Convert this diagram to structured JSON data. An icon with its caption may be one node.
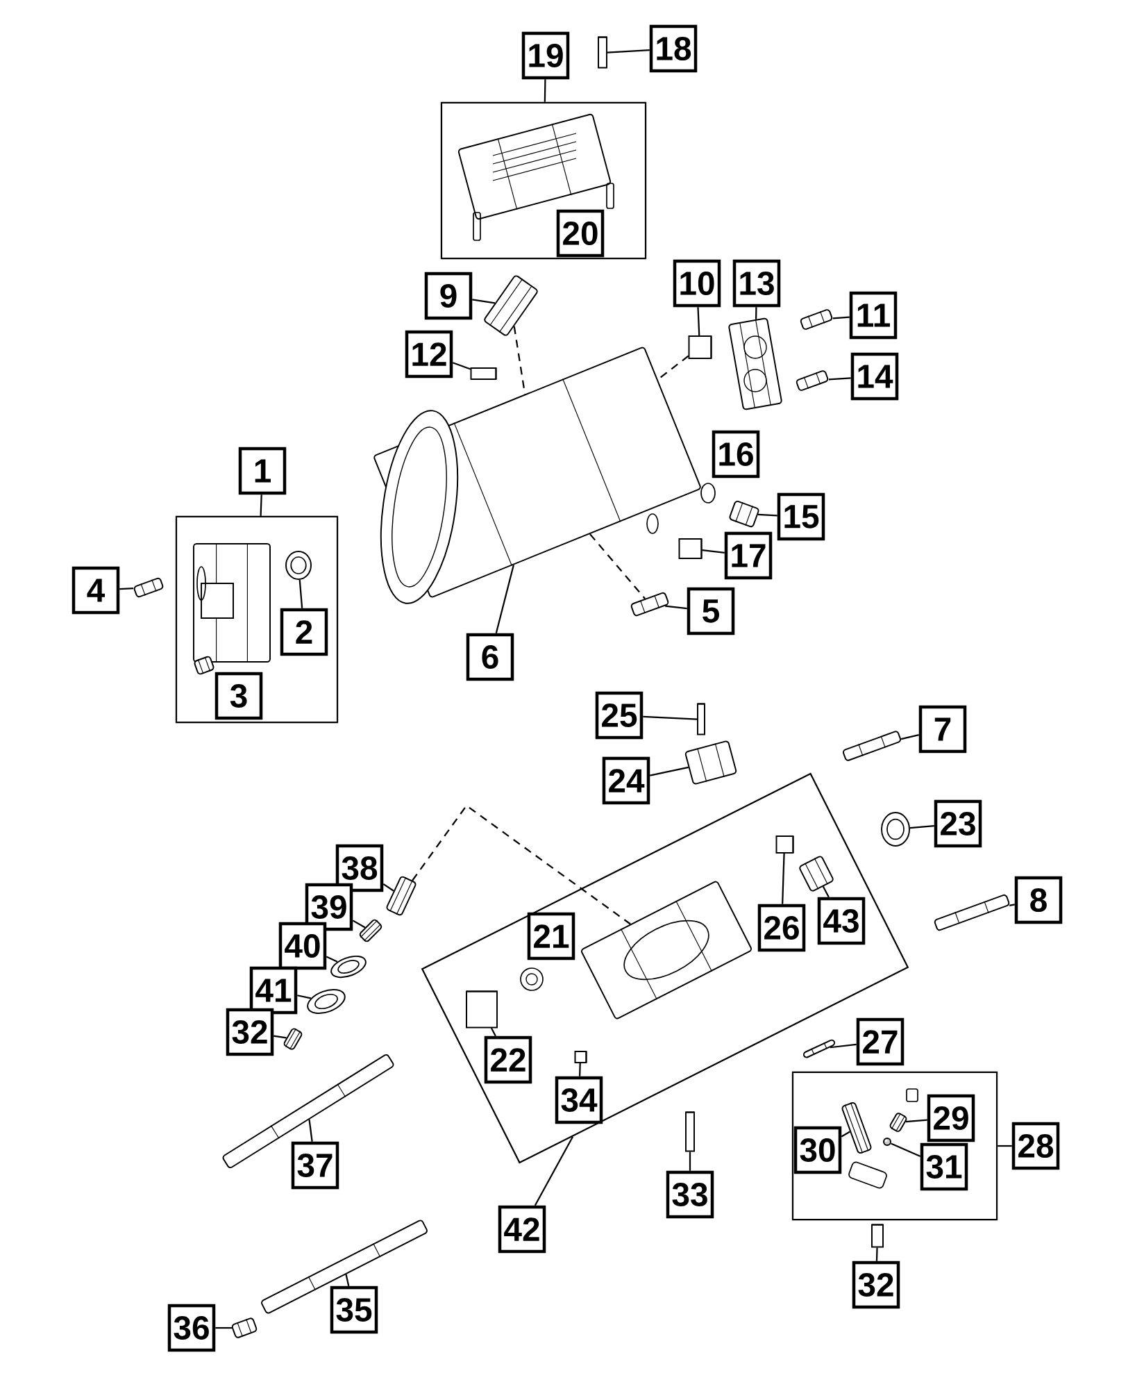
{
  "diagram": {
    "nodes": [
      {
        "text": [
          "19"
        ]
      },
      {
        "text": [
          "18"
        ]
      },
      {
        "text": [],
        "shape": "cylinder"
      },
      {
        "text": [],
        "shape": "box"
      },
      {
        "text": [],
        "shape": "picture",
        "in": 3
      },
      {
        "text": [
          "20"
        ],
        "in": 3
      },
      {
        "text": [
          "9"
        ]
      },
      {
        "text": [],
        "shape": "picture"
      },
      {
        "text": [
          "10"
        ]
      },
      {
        "text": [],
        "shape": "cylinder"
      },
      {
        "text": [
          "13"
        ]
      },
      {
        "text": [],
        "shape": "picture"
      },
      {
        "text": [
          "11"
        ]
      },
      {
        "text": [],
        "shape": "picture"
      },
      {
        "text": [
          "12"
        ]
      },
      {
        "text": [],
        "shape": "cylinder"
      },
      {
        "text": [
          "14"
        ]
      },
      {
        "text": [],
        "shape": "picture"
      },
      {
        "text": [],
        "shape": "picture"
      },
      {
        "text": [
          "16"
        ]
      },
      {
        "text": [
          "15"
        ]
      },
      {
        "text": [],
        "shape": "picture"
      },
      {
        "text": [
          "17"
        ]
      },
      {
        "text": [],
        "shape": "cylinder"
      },
      {
        "text": [
          "1"
        ]
      },
      {
        "text": [],
        "shape": "box"
      },
      {
        "text": [],
        "shape": "picture",
        "in": 25
      },
      {
        "text": [],
        "shape": "picture",
        "in": 25
      },
      {
        "text": [
          "2"
        ],
        "in": 25
      },
      {
        "text": [],
        "shape": "picture",
        "in": 25
      },
      {
        "text": [
          "3"
        ],
        "in": 25
      },
      {
        "text": [
          "4"
        ]
      },
      {
        "text": [],
        "shape": "picture"
      },
      {
        "text": [],
        "shape": "picture"
      },
      {
        "text": [
          "5"
        ]
      },
      {
        "text": [
          "6"
        ]
      },
      {
        "text": [
          "25"
        ]
      },
      {
        "text": [],
        "shape": "cylinder"
      },
      {
        "text": [
          "24"
        ]
      },
      {
        "text": [],
        "shape": "picture"
      },
      {
        "text": [
          "7"
        ]
      },
      {
        "text": [],
        "shape": "picture"
      },
      {
        "text": [
          "23"
        ]
      },
      {
        "text": [],
        "shape": "picture"
      },
      {
        "text": [
          "38"
        ]
      },
      {
        "text": [],
        "shape": "picture"
      },
      {
        "text": [
          "39"
        ]
      },
      {
        "text": [],
        "shape": "picture"
      },
      {
        "text": [
          "40"
        ]
      },
      {
        "text": [],
        "shape": "picture"
      },
      {
        "text": [
          "41"
        ]
      },
      {
        "text": [],
        "shape": "picture"
      },
      {
        "text": [
          "32"
        ]
      },
      {
        "text": [],
        "shape": "picture"
      },
      {
        "text": [],
        "shape": "box"
      },
      {
        "text": [],
        "shape": "picture",
        "in": 54
      },
      {
        "text": [
          "21"
        ],
        "in": 54
      },
      {
        "text": [],
        "shape": "cylinder",
        "in": 54
      },
      {
        "text": [
          "26"
        ],
        "in": 54
      },
      {
        "text": [],
        "shape": "picture",
        "in": 54
      },
      {
        "text": [
          "43"
        ],
        "in": 54
      },
      {
        "text": [],
        "shape": "cylinder",
        "in": 54
      },
      {
        "text": [
          "22"
        ],
        "in": 54
      },
      {
        "text": [],
        "shape": "cylinder",
        "in": 54
      },
      {
        "text": [
          "34"
        ],
        "in": 54
      },
      {
        "text": [
          "8"
        ]
      },
      {
        "text": [],
        "shape": "picture"
      },
      {
        "text": [],
        "shape": "picture"
      },
      {
        "text": [
          "27"
        ]
      },
      {
        "text": [],
        "shape": "box"
      },
      {
        "text": [],
        "shape": "picture",
        "in": 69
      },
      {
        "text": [
          "30"
        ],
        "in": 69
      },
      {
        "text": [],
        "shape": "picture",
        "in": 69
      },
      {
        "text": [
          "29"
        ],
        "in": 69
      },
      {
        "text": [],
        "shape": "picture",
        "in": 69
      },
      {
        "text": [
          "31"
        ],
        "in": 69
      },
      {
        "text": [
          "28"
        ]
      },
      {
        "text": [],
        "shape": "picture"
      },
      {
        "text": [
          "37"
        ]
      },
      {
        "text": [],
        "shape": "cylinder"
      },
      {
        "text": [
          "33"
        ]
      },
      {
        "text": [
          "42"
        ]
      },
      {
        "text": [],
        "shape": "cylinder"
      },
      {
        "text": [
          "32"
        ]
      },
      {
        "text": [],
        "shape": "picture"
      },
      {
        "text": [
          "35"
        ]
      },
      {
        "text": [
          "36"
        ]
      },
      {
        "text": [],
        "shape": "picture"
      }
    ],
    "edges": [
      {
        "from": 0,
        "to": 3,
        "arrow": "none"
      },
      {
        "from": 1,
        "to": 2,
        "arrow": "none"
      },
      {
        "from": 6,
        "to": 7,
        "arrow": "none"
      },
      {
        "from": 8,
        "to": 9,
        "arrow": "none"
      },
      {
        "from": 10,
        "to": 11,
        "arrow": "none"
      },
      {
        "from": 12,
        "to": 13,
        "arrow": "none"
      },
      {
        "from": 14,
        "to": 15,
        "arrow": "none"
      },
      {
        "from": 16,
        "to": 17,
        "arrow": "none"
      },
      {
        "from": 7,
        "to": 18,
        "arrow": "none",
        "style": "dashed"
      },
      {
        "from": 9,
        "to": 18,
        "arrow": "none",
        "style": "dashed"
      },
      {
        "from": 20,
        "to": 21,
        "arrow": "none"
      },
      {
        "from": 22,
        "to": 23,
        "arrow": "none"
      },
      {
        "from": 24,
        "to": 25,
        "arrow": "none"
      },
      {
        "from": 28,
        "to": 27,
        "arrow": "none"
      },
      {
        "from": 31,
        "to": 32,
        "arrow": "none"
      },
      {
        "from": 34,
        "to": 33,
        "arrow": "none"
      },
      {
        "from": 18,
        "to": 33,
        "arrow": "none",
        "style": "dashed"
      },
      {
        "from": 35,
        "to": 18,
        "arrow": "none"
      },
      {
        "from": 36,
        "to": 37,
        "arrow": "none"
      },
      {
        "from": 38,
        "to": 39,
        "arrow": "none"
      },
      {
        "from": 40,
        "to": 41,
        "arrow": "none"
      },
      {
        "from": 42,
        "to": 43,
        "arrow": "none"
      },
      {
        "from": 44,
        "to": 45,
        "arrow": "none"
      },
      {
        "from": 46,
        "to": 47,
        "arrow": "none"
      },
      {
        "from": 48,
        "to": 49,
        "arrow": "none"
      },
      {
        "from": 50,
        "to": 51,
        "arrow": "none"
      },
      {
        "from": 52,
        "to": 53,
        "arrow": "none"
      },
      {
        "from": 45,
        "to": 55,
        "arrow": "none",
        "style": "dashed"
      },
      {
        "from": 58,
        "to": 57,
        "arrow": "none"
      },
      {
        "from": 60,
        "to": 59,
        "arrow": "none"
      },
      {
        "from": 62,
        "to": 61,
        "arrow": "none"
      },
      {
        "from": 64,
        "to": 63,
        "arrow": "none"
      },
      {
        "from": 65,
        "to": 66,
        "arrow": "none"
      },
      {
        "from": 68,
        "to": 67,
        "arrow": "none"
      },
      {
        "from": 71,
        "to": 70,
        "arrow": "none"
      },
      {
        "from": 73,
        "to": 72,
        "arrow": "none"
      },
      {
        "from": 75,
        "to": 74,
        "arrow": "none"
      },
      {
        "from": 76,
        "to": 69,
        "arrow": "none"
      },
      {
        "from": 78,
        "to": 77,
        "arrow": "none"
      },
      {
        "from": 80,
        "to": 79,
        "arrow": "none"
      },
      {
        "from": 81,
        "to": 54,
        "arrow": "none"
      },
      {
        "from": 83,
        "to": 82,
        "arrow": "none"
      },
      {
        "from": 85,
        "to": 84,
        "arrow": "none"
      },
      {
        "from": 86,
        "to": 87,
        "arrow": "none"
      }
    ]
  }
}
